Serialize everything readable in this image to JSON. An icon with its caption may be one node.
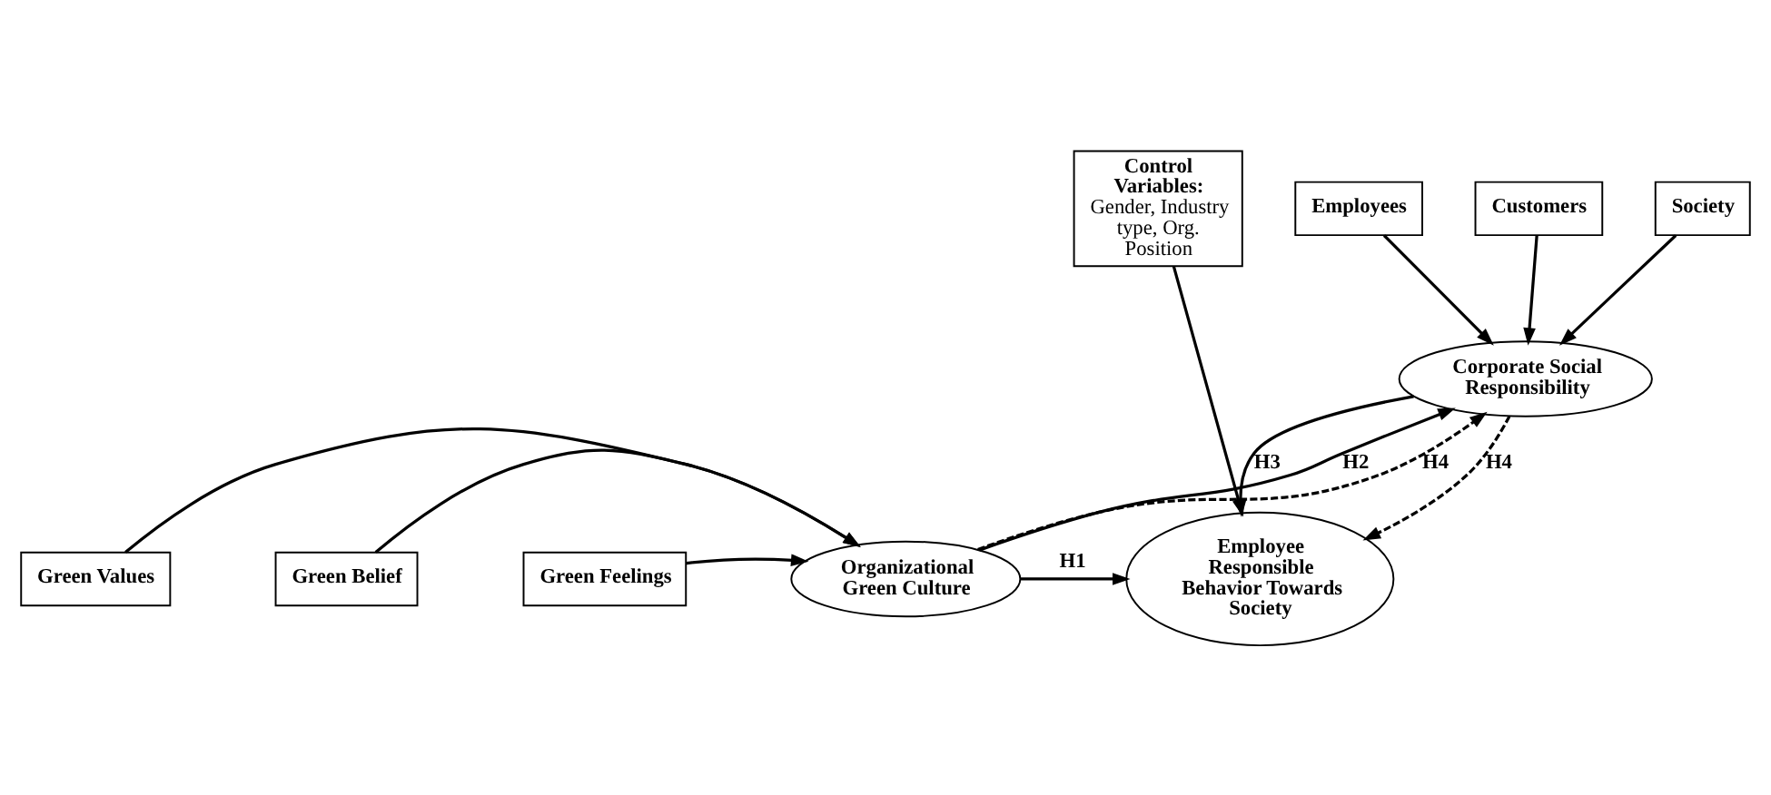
{
  "diagram": {
    "nodes": [
      {
        "text": [
          "Society"
        ]
      },
      {
        "text": [
          "Employees"
        ]
      },
      {
        "text": [
          "Customers"
        ]
      },
      {
        "text": [
          "Corporate Social Responsibility"
        ]
      },
      {
        "text": [
          "Control Variables:",
          "Gender, Industry type, Org. Position"
        ]
      },
      {
        "text": [
          "Green Values"
        ]
      },
      {
        "text": [
          "Green Belief"
        ]
      },
      {
        "text": [
          "Green Feelings"
        ]
      },
      {
        "text": [
          "Organizational Green Culture"
        ]
      },
      {
        "text": [
          "Employee Responsible Behavior Towards Society"
        ]
      }
    ],
    "edges": [
      {
        "from": 0,
        "to": 3,
        "arrow": "to"
      },
      {
        "from": 1,
        "to": 3,
        "arrow": "to"
      },
      {
        "from": 2,
        "to": 3,
        "arrow": "to"
      },
      {
        "from": 5,
        "to": 8,
        "arrow": "to"
      },
      {
        "from": 6,
        "to": 8,
        "arrow": "to"
      },
      {
        "from": 7,
        "to": 8,
        "arrow": "to"
      },
      {
        "from": 8,
        "to": 3,
        "arrow": "to",
        "label": "H2"
      },
      {
        "from": 8,
        "to": 3,
        "arrow": "to",
        "label": "H4",
        "style": "dashed"
      },
      {
        "from": 3,
        "to": 9,
        "arrow": "to",
        "label": "H3"
      },
      {
        "from": 3,
        "to": 9,
        "arrow": "to",
        "label": "H4",
        "style": "dashed"
      },
      {
        "from": 4,
        "to": 9,
        "arrow": "to"
      },
      {
        "from": 8,
        "to": 9,
        "arrow": "to",
        "label": "H1"
      }
    ]
  }
}
